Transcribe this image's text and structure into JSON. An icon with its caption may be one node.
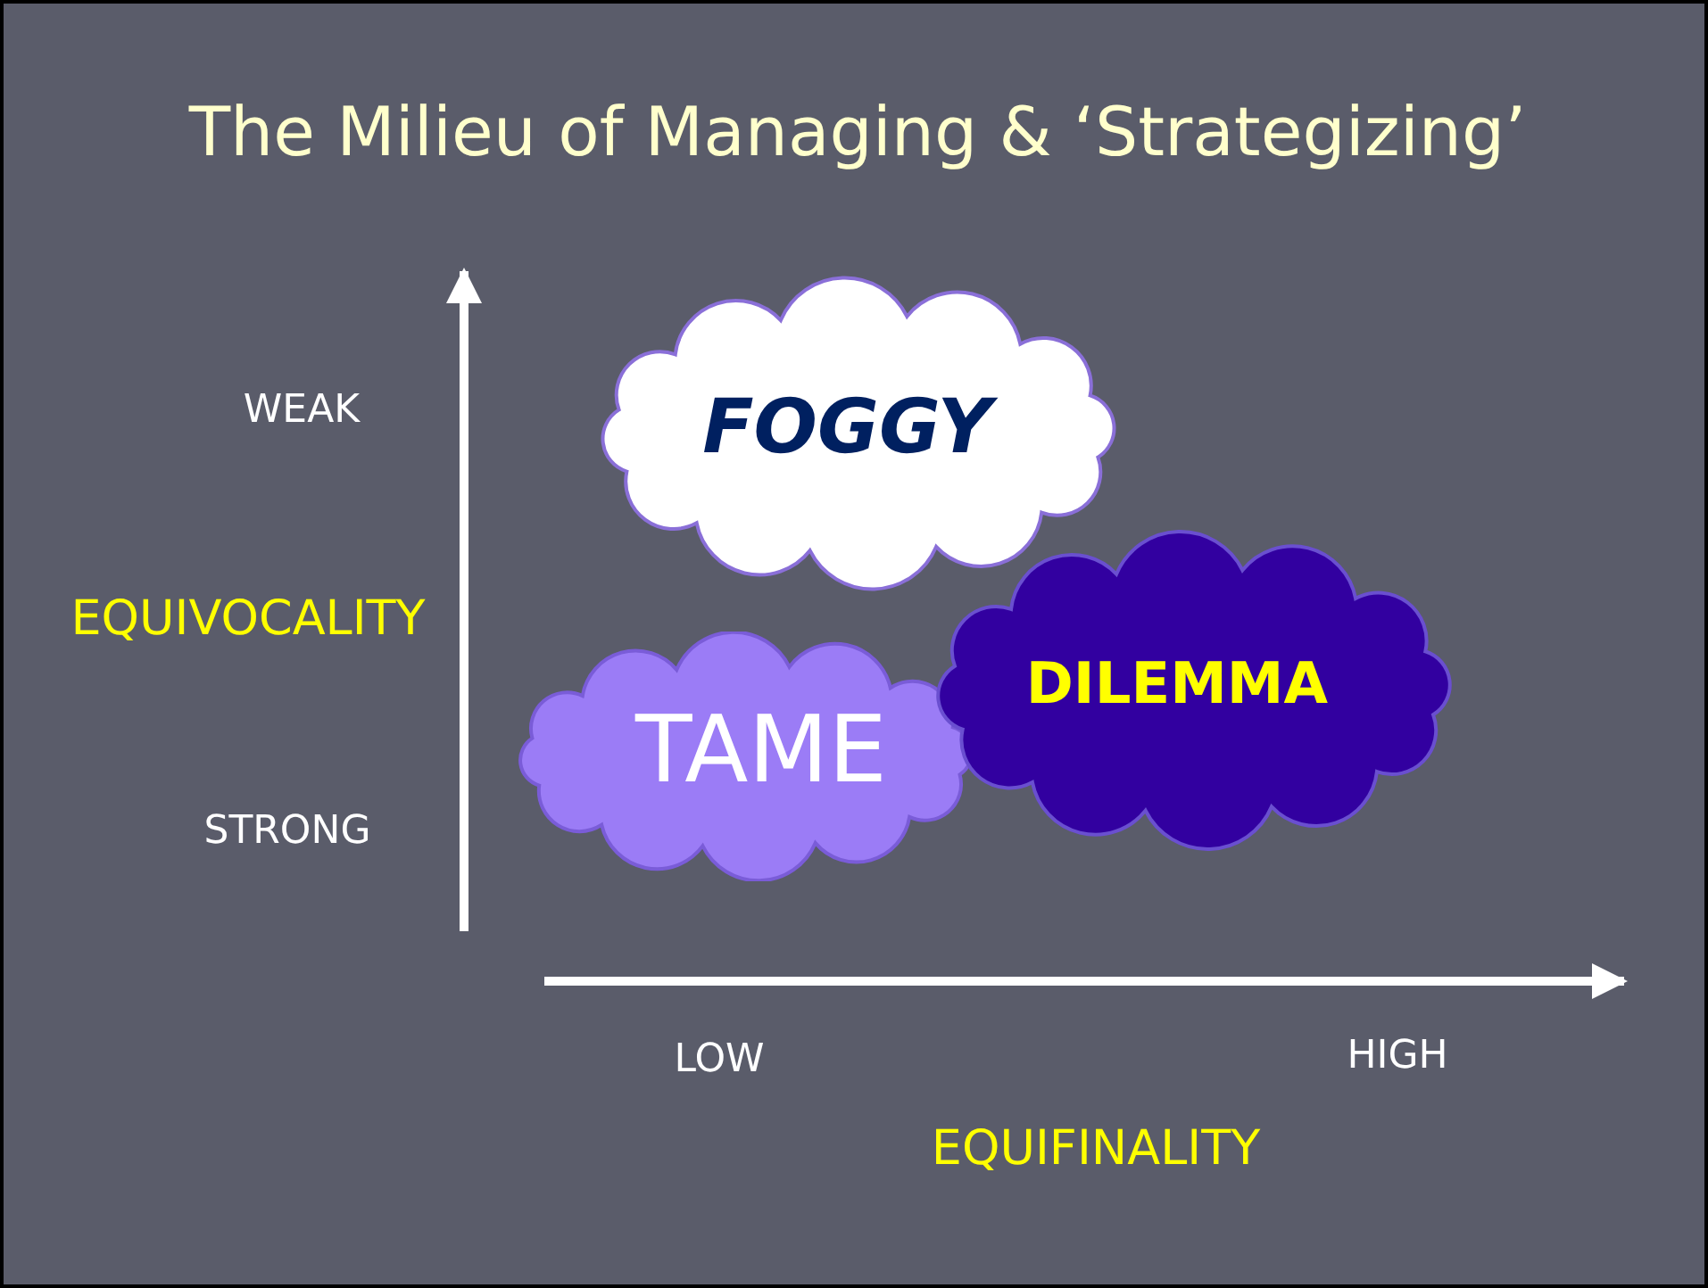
{
  "diagram": {
    "title": "The Milieu of Managing & ‘Strategizing’",
    "nodes": [
      {
        "text": [
          "FOGGY"
        ]
      },
      {
        "text": [
          "TAME"
        ]
      },
      {
        "text": [
          "DILEMMA"
        ]
      }
    ],
    "labels": [
      "WEAK",
      "EQUIVOCALITY",
      "STRONG",
      "LOW",
      "HIGH",
      "EQUIFINALITY"
    ]
  }
}
